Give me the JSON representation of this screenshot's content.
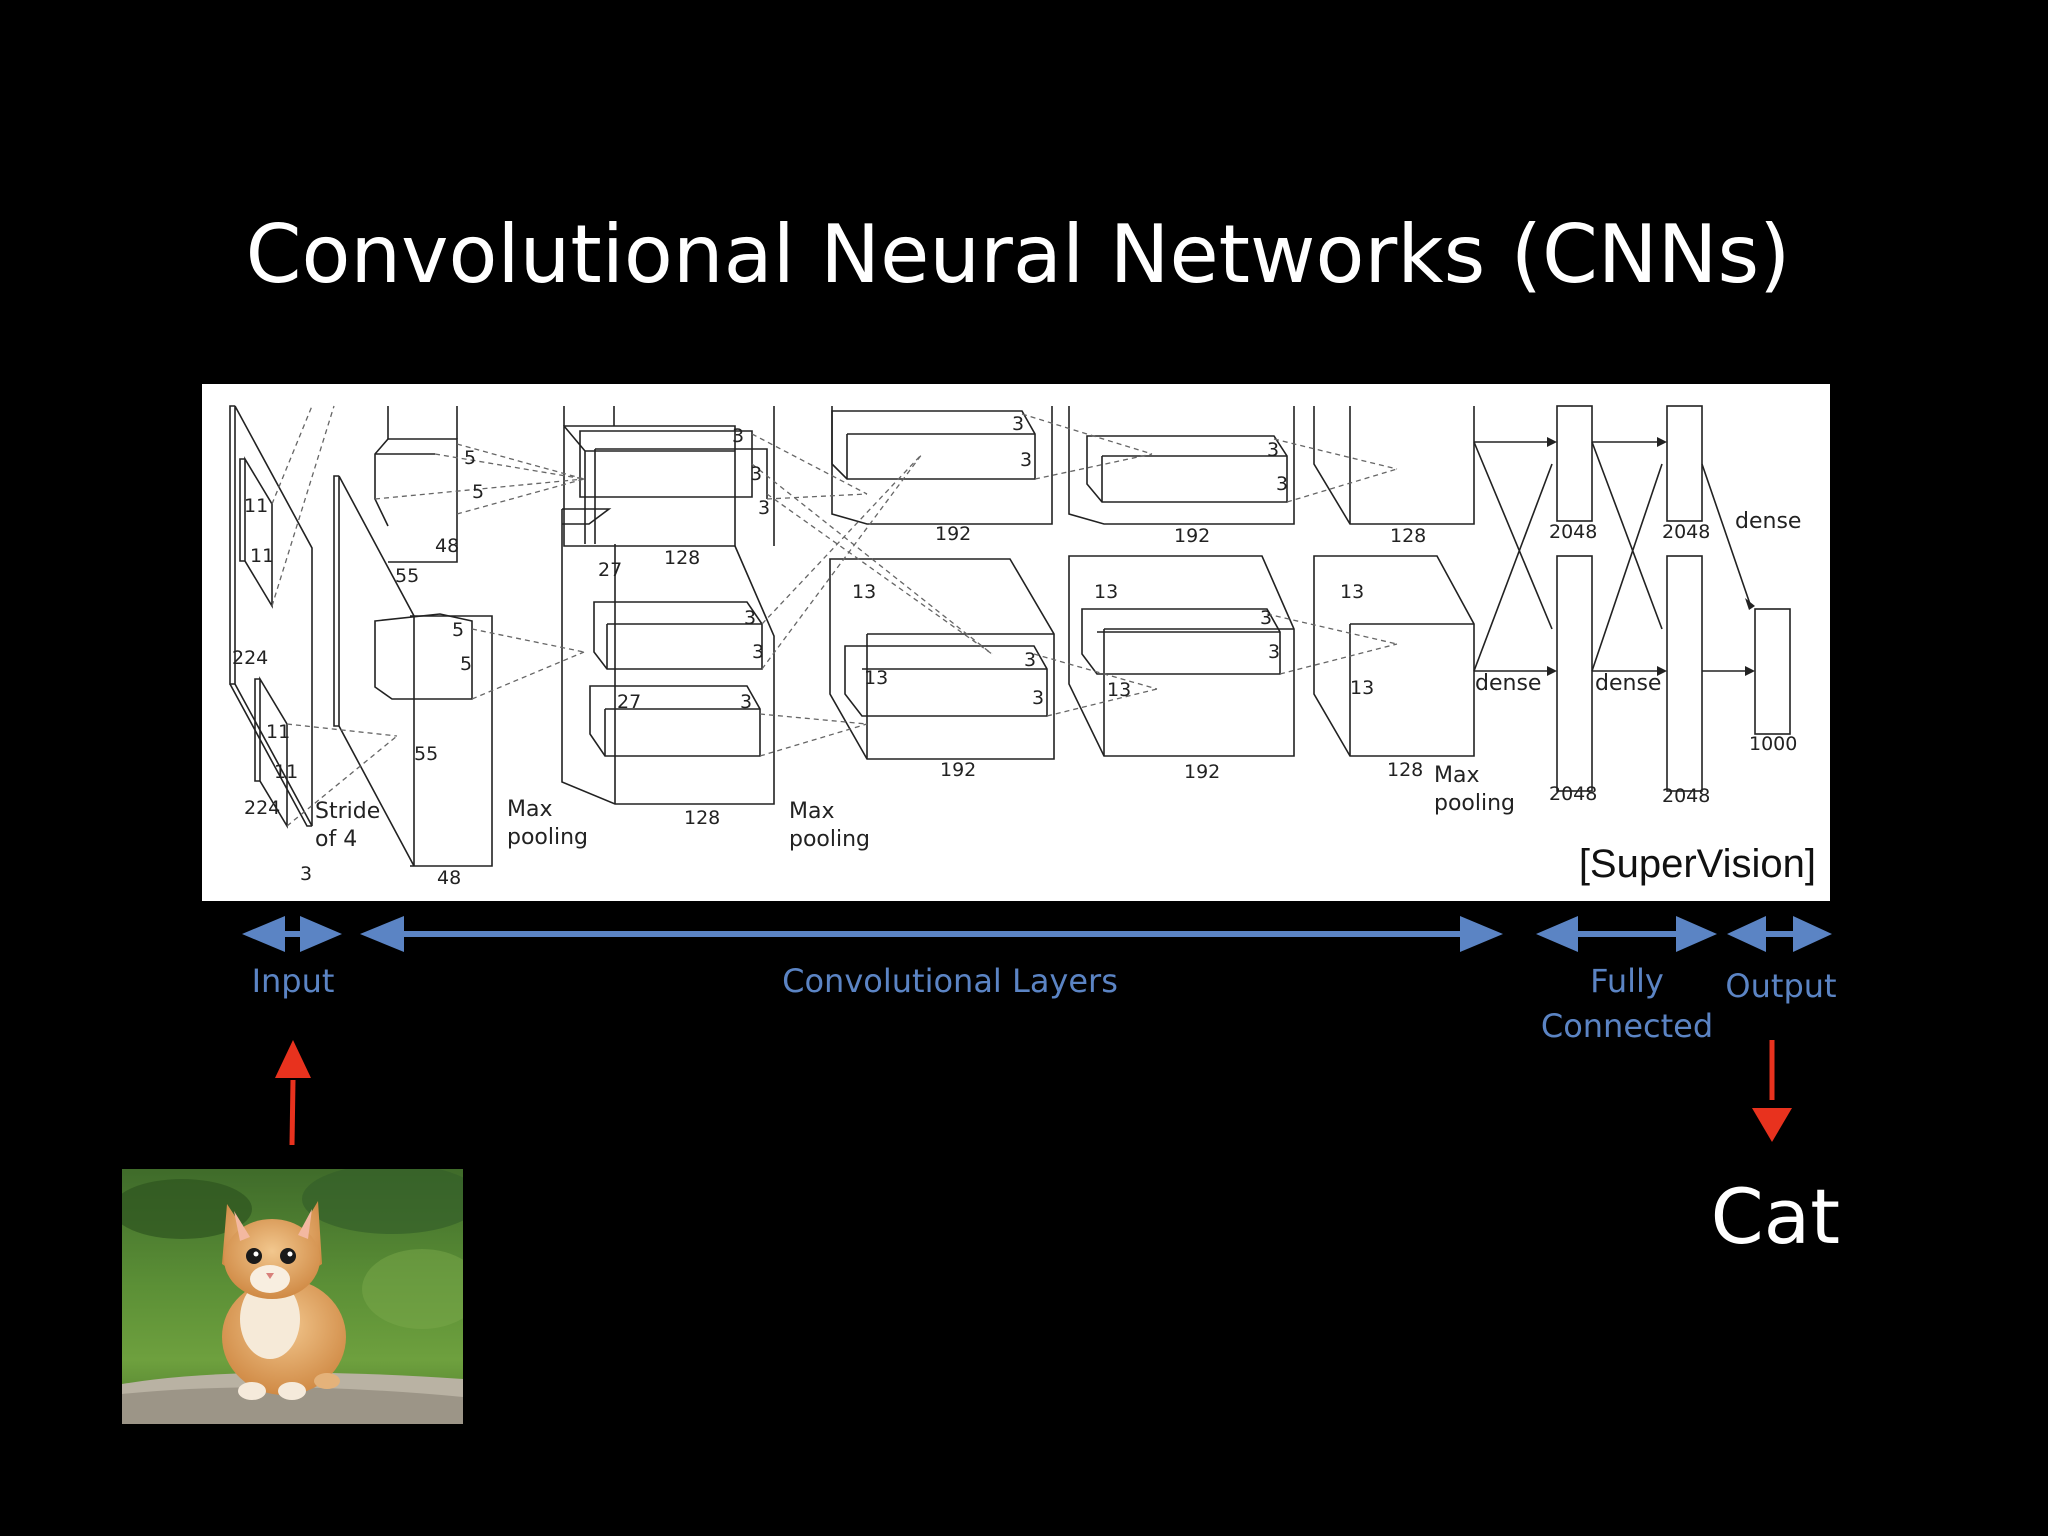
{
  "slide": {
    "title": "Convolutional Neural Networks (CNNs)"
  },
  "diagram": {
    "credit": "[SuperVision]",
    "labels": {
      "input_top": "11",
      "input_top2": "11",
      "input_bot": "11",
      "input_bot2": "11",
      "dim_224a": "224",
      "dim_224b": "224",
      "dim_3": "3",
      "stride": "Stride",
      "of4": "of 4",
      "c1_55a": "55",
      "c1_55b": "55",
      "c1_48a": "48",
      "c1_48b": "48",
      "k5a": "5",
      "k5b": "5",
      "k5c": "5",
      "k5d": "5",
      "maxpool1a": "Max",
      "maxpool1b": "pooling",
      "c2_27a": "27",
      "c2_27b": "27",
      "c2_128a": "128",
      "c2_128b": "128",
      "k3a": "3",
      "k3b": "3",
      "k3c": "3",
      "k3d": "3",
      "k3e": "3",
      "k3f": "3",
      "maxpool2a": "Max",
      "maxpool2b": "pooling",
      "c3_13a": "13",
      "c3_13b": "13",
      "c3_192a": "192",
      "c3_192b": "192",
      "k3g": "3",
      "k3h": "3",
      "k3i": "3",
      "k3j": "3",
      "c4_13a": "13",
      "c4_13b": "13",
      "c4_192a": "192",
      "c4_192b": "192",
      "k3k": "3",
      "k3l": "3",
      "k3m": "3",
      "k3n": "3",
      "c5_13a": "13",
      "c5_13b": "13",
      "c5_128a": "128",
      "c5_128b": "128",
      "maxpool3a": "Max",
      "maxpool3b": "pooling",
      "fc_dense1": "dense",
      "fc_dense2": "dense",
      "fc_dense3": "dense",
      "fc_2048a": "2048",
      "fc_2048b": "2048",
      "fc_2048c": "2048",
      "fc_2048d": "2048",
      "out_1000": "1000"
    }
  },
  "sections": {
    "input": "Input",
    "conv": "Convolutional Layers",
    "fc_line1": "Fully",
    "fc_line2": "Connected",
    "output": "Output"
  },
  "result": {
    "prediction": "Cat"
  },
  "colors": {
    "background": "#000000",
    "section_blue": "#5b84c4",
    "arrow_red": "#e8321e"
  },
  "icons": {
    "input_image": "kitten-photo"
  }
}
